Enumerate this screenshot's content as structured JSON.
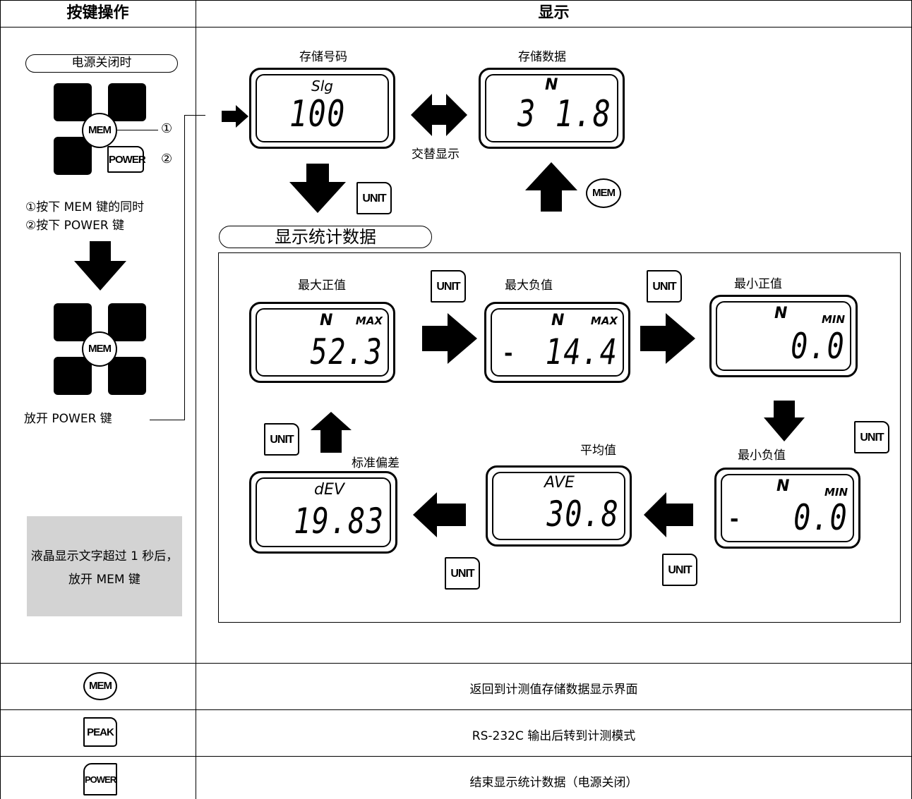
{
  "header": {
    "col_left": "按键操作",
    "col_right": "显示"
  },
  "left_panel": {
    "power_off_label": "电源关闭时",
    "mem_key": "MEM",
    "power_key": "POWER",
    "marker_1": "①",
    "marker_2": "②",
    "step_1": "①按下 MEM 键的同时",
    "step_2": "②按下 POWER 键",
    "release_power": "放开 POWER 键",
    "note": "液晶显示文字超过 1 秒后，放开 MEM 键"
  },
  "top_flow": {
    "memory_number": {
      "title": "存储号码",
      "unit": "Slg",
      "value": "100"
    },
    "memory_data": {
      "title": "存储数据",
      "unit": "N",
      "value": "3 1.8"
    },
    "alternate_label": "交替显示",
    "unit_key": "UNIT",
    "mem_key": "MEM"
  },
  "stats": {
    "title": "显示统计数据",
    "unit_key": "UNIT",
    "max_positive": {
      "title": "最大正值",
      "unit": "N",
      "tag": "MAX",
      "sign": "",
      "value": "52.3"
    },
    "max_negative": {
      "title": "最大负值",
      "unit": "N",
      "tag": "MAX",
      "sign": "-",
      "value": "14.4"
    },
    "min_positive": {
      "title": "最小正值",
      "unit": "N",
      "tag": "MIN",
      "sign": "",
      "value": "0.0"
    },
    "min_negative": {
      "title": "最小负值",
      "unit": "N",
      "tag": "MIN",
      "sign": "-",
      "value": "0.0"
    },
    "average": {
      "title": "平均值",
      "unit": "AVE",
      "value": "30.8"
    },
    "std_dev": {
      "title": "标准偏差",
      "unit": "dEV",
      "value": "19.83"
    }
  },
  "bottom_rows": [
    {
      "key": "MEM",
      "desc": "返回到计测值存储数据显示界面"
    },
    {
      "key": "PEAK",
      "desc": "RS-232C 输出后转到计测模式"
    },
    {
      "key": "POWER",
      "desc": "结束显示统计数据（电源关闭）"
    }
  ]
}
